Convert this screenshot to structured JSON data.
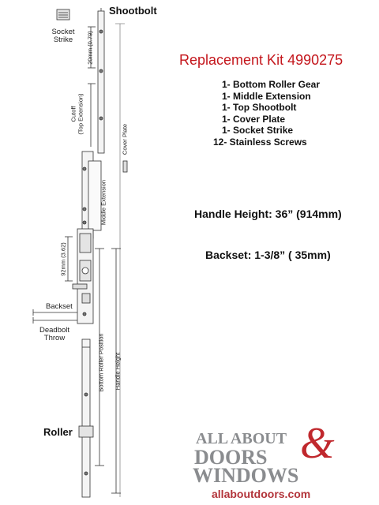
{
  "header": {
    "title": "Replacement Kit 4990275"
  },
  "kit_contents": [
    "1- Bottom Roller Gear",
    "1- Middle Extension",
    "1- Top Shootbolt",
    "1- Cover Plate",
    "1- Socket Strike",
    "12- Stainless Screws"
  ],
  "specs": {
    "handle_height": "Handle Height: 36” (914mm)",
    "backset": "Backset: 1-3/8” ( 35mm)"
  },
  "diagram_labels": {
    "shootbolt": "Shootbolt",
    "socket_strike_line1": "Socket",
    "socket_strike_line2": "Strike",
    "roller": "Roller",
    "backset": "Backset",
    "deadbolt_line1": "Deadbolt",
    "deadbolt_line2": "Throw",
    "dim_20mm": "20mm (0.79)",
    "cutoff_line1": "Cutoff",
    "cutoff_line2": "(Top Extension)",
    "cover_plate": "Cover Plate",
    "middle_extension": "Middle Extension",
    "dim_92mm": "92mm (3.62)",
    "bottom_roller_position": "Bottom Roller Position",
    "handle_height_dim": "Handle Height"
  },
  "logo": {
    "line1": "ALL ABOUT",
    "line2": "DOORS",
    "ampersand": "&",
    "line3": "WINDOWS",
    "url": "allaboutdoors.com"
  },
  "colors": {
    "title_red": "#c4161c",
    "logo_gray": "#8a8c8f",
    "logo_red": "#c0282d"
  }
}
